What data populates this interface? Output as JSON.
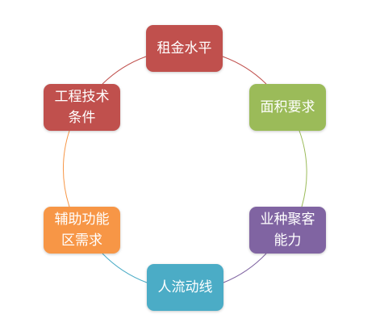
{
  "diagram": {
    "nodes": [
      {
        "lines": [
          "租金水平"
        ],
        "color": "#c0504d"
      },
      {
        "lines": [
          "面积要求"
        ],
        "color": "#9bbb59"
      },
      {
        "lines": [
          "业种聚客",
          "能力"
        ],
        "color": "#8064a2"
      },
      {
        "lines": [
          "人流动线"
        ],
        "color": "#4bacc6"
      },
      {
        "lines": [
          "辅助功能",
          "区需求"
        ],
        "color": "#f79646"
      },
      {
        "lines": [
          "工程技术",
          "条件"
        ],
        "color": "#c0504d"
      }
    ],
    "connector_colors": [
      "#c0504d",
      "#9bbb59",
      "#8064a2",
      "#4bacc6",
      "#f79646",
      "#c0504d"
    ]
  }
}
